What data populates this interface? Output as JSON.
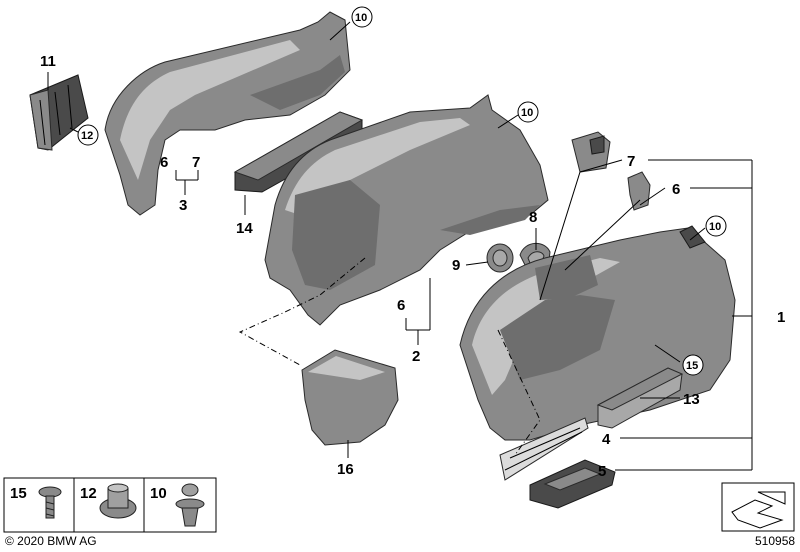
{
  "callouts": {
    "c1": "1",
    "c2": "2",
    "c3": "3",
    "c4": "4",
    "c5": "5",
    "c6a": "6",
    "c6b": "6",
    "c6c": "6",
    "c7a": "7",
    "c7b": "7",
    "c8": "8",
    "c9": "9",
    "c11": "11",
    "c13": "13",
    "c14": "14",
    "c16": "16"
  },
  "circled": {
    "c10a": "10",
    "c10b": "10",
    "c10c": "10",
    "c12": "12",
    "c15": "15"
  },
  "legend": {
    "l15": "15",
    "l12": "12",
    "l10": "10"
  },
  "footer": {
    "copyright": "© 2020 BMW AG",
    "diagram_number": "510958"
  }
}
